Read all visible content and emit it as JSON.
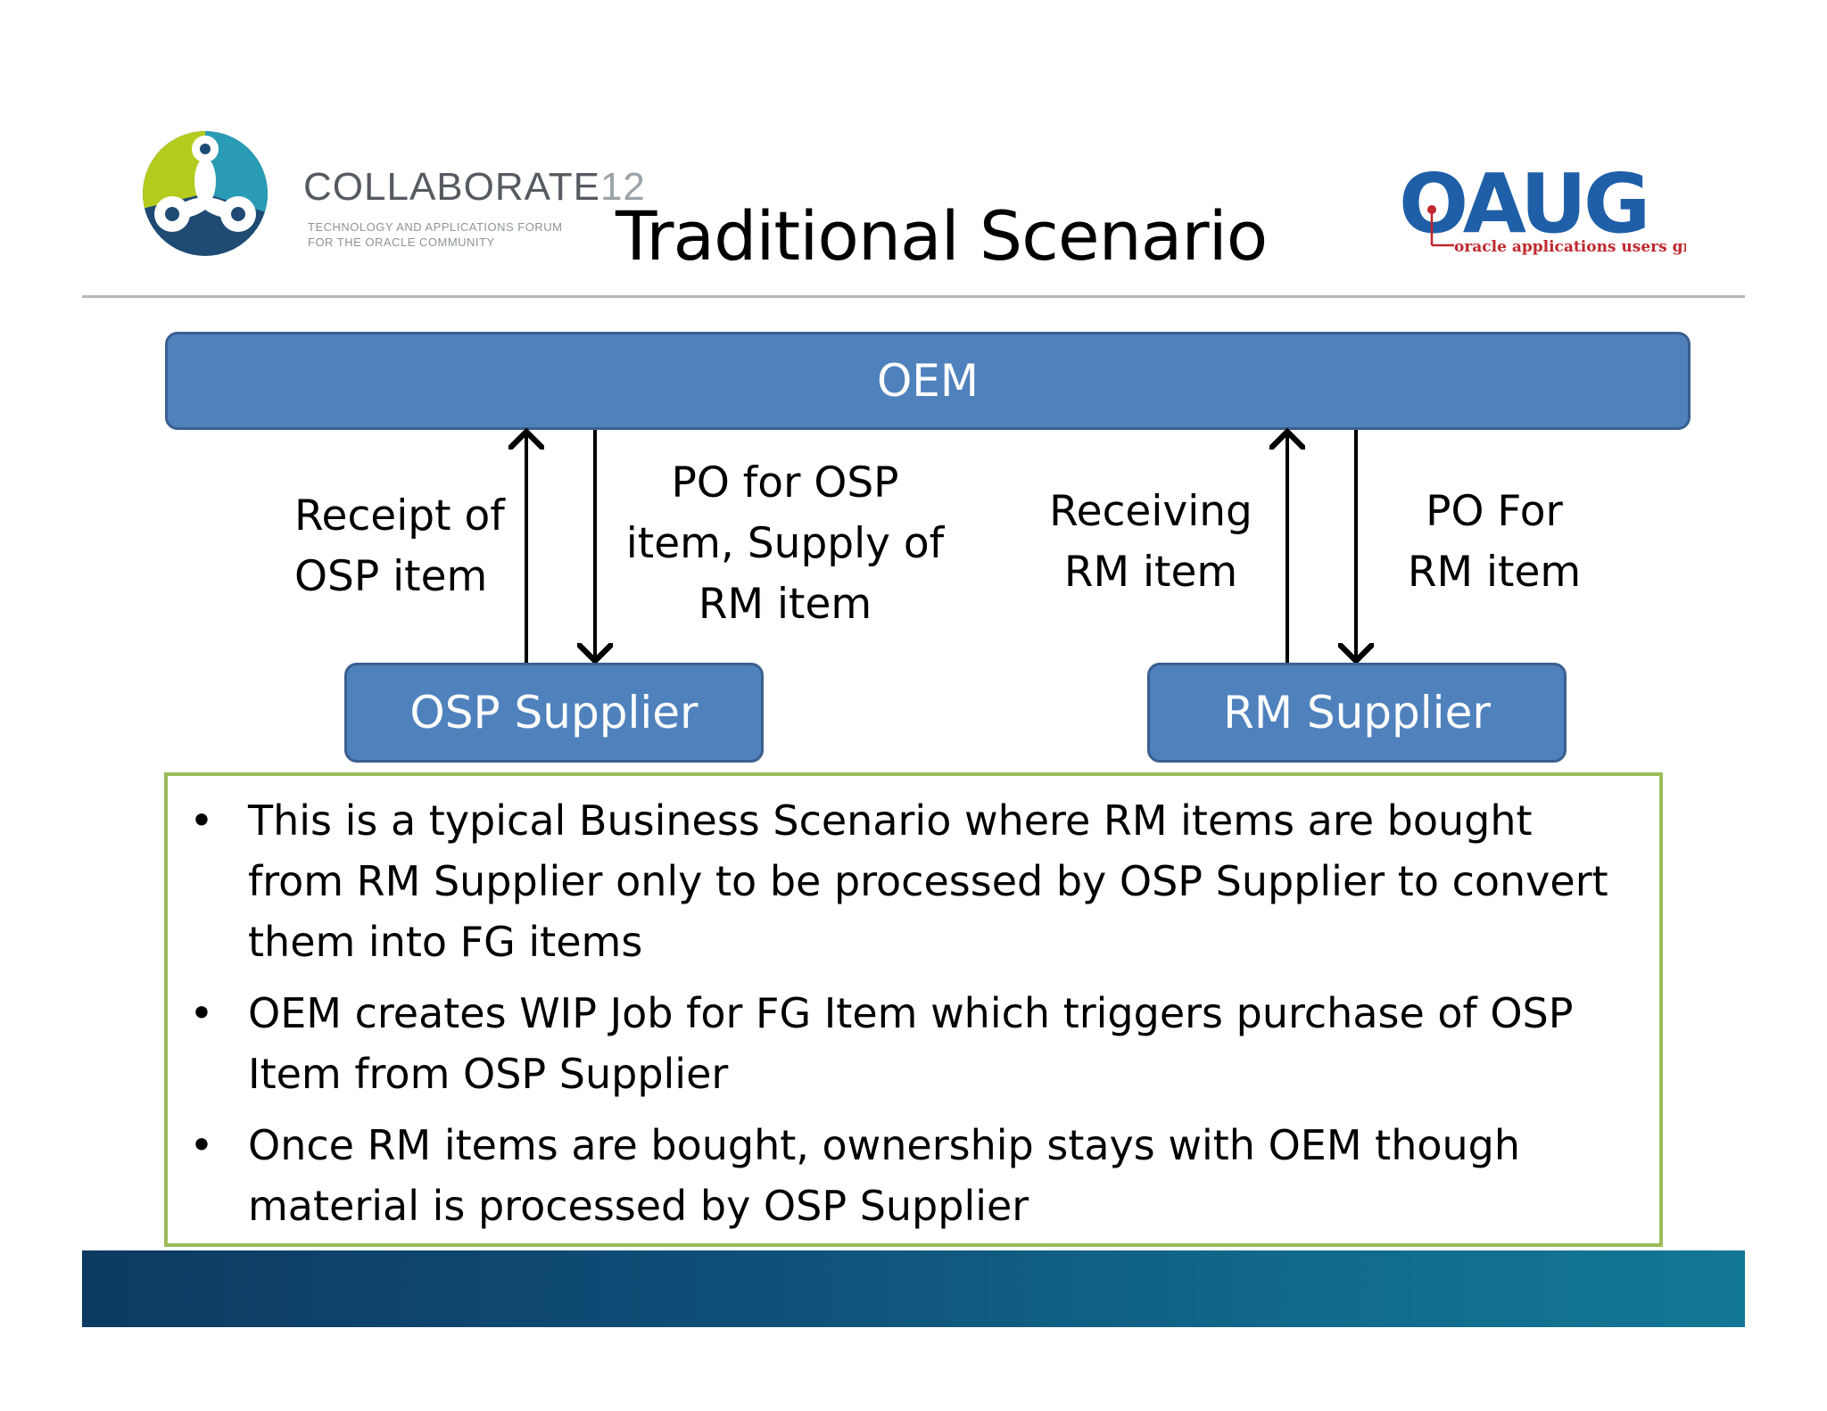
{
  "header": {
    "collaborate_word": "COLLABORATE",
    "collaborate_number": "12",
    "collaborate_tagline_1": "TECHNOLOGY AND APPLICATIONS FORUM",
    "collaborate_tagline_2": "FOR THE ORACLE COMMUNITY",
    "title": "Traditional Scenario",
    "oaug_word": "OAUG",
    "oaug_tagline": "oracle applications users group"
  },
  "diagram": {
    "oem": "OEM",
    "osp_supplier": "OSP Supplier",
    "rm_supplier": "RM Supplier",
    "label_receipt_osp": "Receipt of\nOSP item",
    "label_po_osp": "PO for OSP\nitem, Supply of\nRM item",
    "label_receiving_rm": "Receiving\nRM item",
    "label_po_rm": "PO For\nRM item"
  },
  "bullets": [
    {
      "marker": "•",
      "text": "This is a typical Business Scenario where RM items are bought from RM Supplier only to be processed by OSP Supplier to convert them into FG items"
    },
    {
      "marker": "•",
      "text": "OEM creates WIP Job for FG Item which triggers purchase of OSP Item from OSP Supplier"
    },
    {
      "marker": "•",
      "text": "Once RM items are bought, ownership stays with OEM though material is processed by OSP Supplier"
    }
  ],
  "colors": {
    "box_fill": "#4f81bd",
    "box_border": "#3a5f8f",
    "bullet_border": "#9bbb59",
    "oaug_blue": "#1f5fa8",
    "oaug_red": "#c0272d",
    "collab_green": "#b5cc1e",
    "collab_teal": "#2a9bb5",
    "collab_navy": "#1e4a73"
  }
}
